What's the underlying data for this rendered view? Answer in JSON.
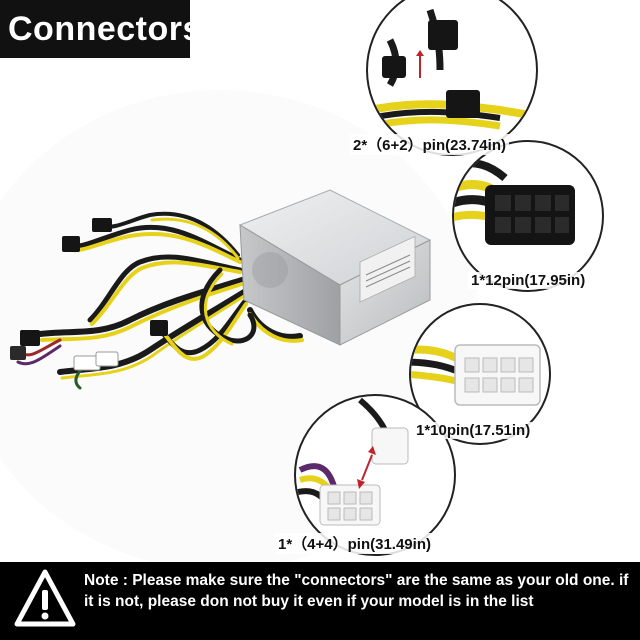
{
  "title": "Connectors",
  "callouts": [
    {
      "label": "2*（6+2）pin(23.74in)"
    },
    {
      "label": "1*12pin(17.95in)"
    },
    {
      "label": "1*10pin(17.51in)"
    },
    {
      "label": "1*（4+4）pin(31.49in)"
    }
  ],
  "note": "Note : Please make sure the \"connectors\" are the same as your old one. if it is not, please don not buy it even if your model is in the list",
  "icons": {
    "warning": "warning-triangle-icon"
  },
  "colors": {
    "wire_yellow": "#e6d21a",
    "wire_black": "#1a1a1a",
    "psu_silver": "#c9ccce",
    "badge": "#111111"
  }
}
